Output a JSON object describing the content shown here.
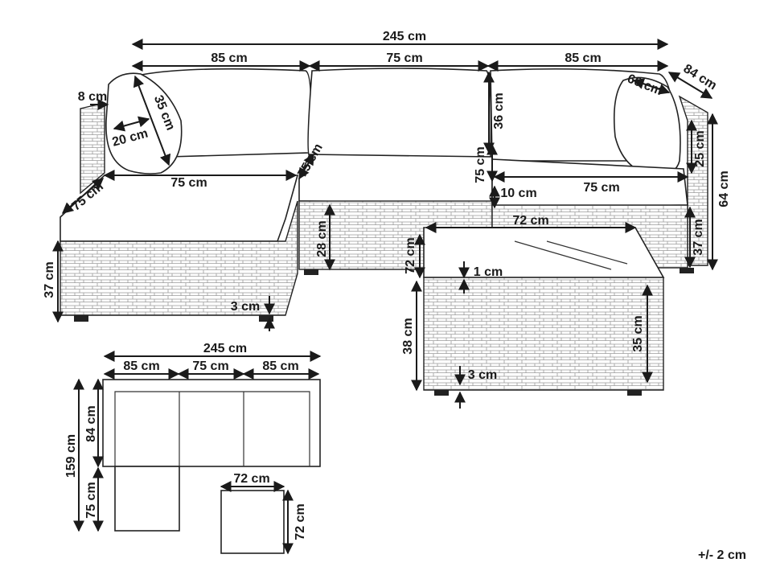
{
  "labels": {
    "total_width_top": "245 cm",
    "left_module_width": "85 cm",
    "middle_module_width": "75 cm",
    "right_module_width": "85 cm",
    "right_depth_total": "84 cm",
    "right_pillow_width": "60 cm",
    "left_arm_width": "8 cm",
    "pillow_height": "35 cm",
    "pillow_depth": "20 cm",
    "backrest_height": "36 cm",
    "seat_depth_diag_center": "75 cm",
    "center_seat_depth": "75 cm",
    "right_arm_height": "25 cm",
    "right_total_height": "64 cm",
    "ottoman_width": "75 cm",
    "ottoman_depth": "75 cm",
    "right_seat_width": "75 cm",
    "cushion_thickness": "10 cm",
    "table_width": "72 cm",
    "seat_height_center": "28 cm",
    "right_seat_height": "37 cm",
    "ottoman_height": "37 cm",
    "table_depth": "72 cm",
    "glass_thickness": "1 cm",
    "ottoman_leg_height": "3 cm",
    "table_height": "38 cm",
    "table_body_height": "35 cm",
    "table_leg_height": "3 cm",
    "plan_total_width": "245 cm",
    "plan_left_width": "85 cm",
    "plan_middle_width": "75 cm",
    "plan_right_width": "85 cm",
    "plan_total_depth": "159 cm",
    "plan_sofa_depth": "84 cm",
    "plan_ottoman_depth": "75 cm",
    "plan_table_width": "72 cm",
    "plan_table_depth": "72 cm",
    "tolerance": "+/- 2 cm"
  }
}
